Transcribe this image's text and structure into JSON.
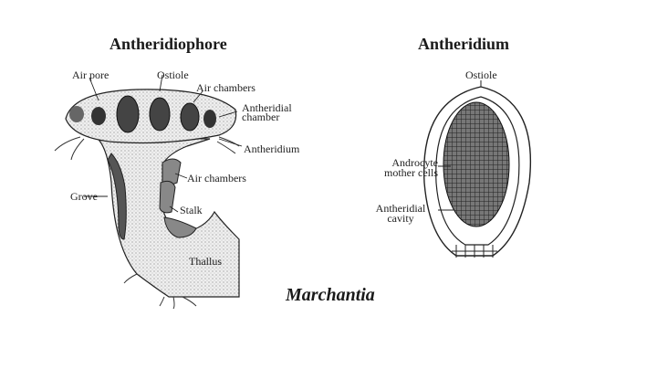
{
  "figure": {
    "caption": "Marchantia",
    "left_panel": {
      "title": "Antheridiophore",
      "labels": [
        "Air pore",
        "Ostiole",
        "Air chambers",
        "Antheridial chamber",
        "Antheridium",
        "Air chambers",
        "Grove",
        "Stalk",
        "Thallus"
      ]
    },
    "right_panel": {
      "title": "Antheridium",
      "labels": [
        "Ostiole",
        "Androcyte mother cells",
        "Antheridial cavity"
      ]
    }
  }
}
